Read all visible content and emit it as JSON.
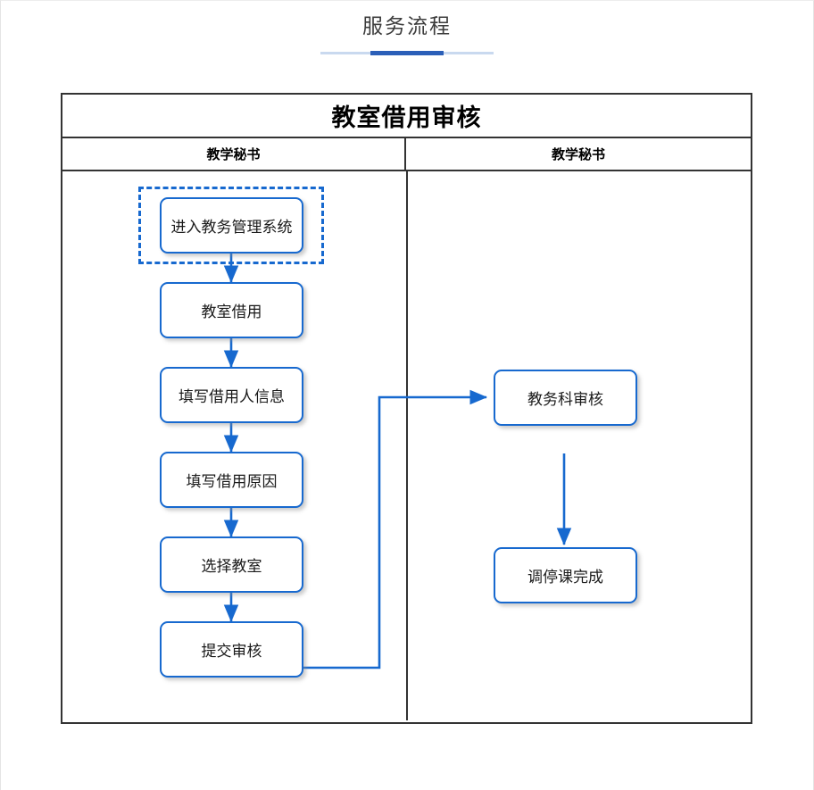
{
  "page": {
    "title": "服务流程"
  },
  "flow": {
    "lane_title": "教室借用审核",
    "lane_headers": [
      {
        "label": "教学秘书"
      },
      {
        "label": "教学秘书"
      }
    ],
    "left_lane_nodes": [
      {
        "id": "enter-system",
        "label": "进入教务管理系统",
        "highlighted": true
      },
      {
        "id": "borrow-room",
        "label": "教室借用"
      },
      {
        "id": "fill-borrower",
        "label": "填写借用人信息"
      },
      {
        "id": "fill-reason",
        "label": "填写借用原因"
      },
      {
        "id": "select-room",
        "label": "选择教室"
      },
      {
        "id": "submit-review",
        "label": "提交审核"
      }
    ],
    "right_lane_nodes": [
      {
        "id": "dept-review",
        "label": "教务科审核"
      },
      {
        "id": "adjust-done",
        "label": "调停课完成"
      }
    ],
    "colors": {
      "node_border": "#1769cf",
      "connector": "#1769cf",
      "table_border": "#333333",
      "title_accent": "#2b5fb8",
      "title_rule": "#c9d9ef",
      "heading_text": "#3c3c3c"
    }
  }
}
